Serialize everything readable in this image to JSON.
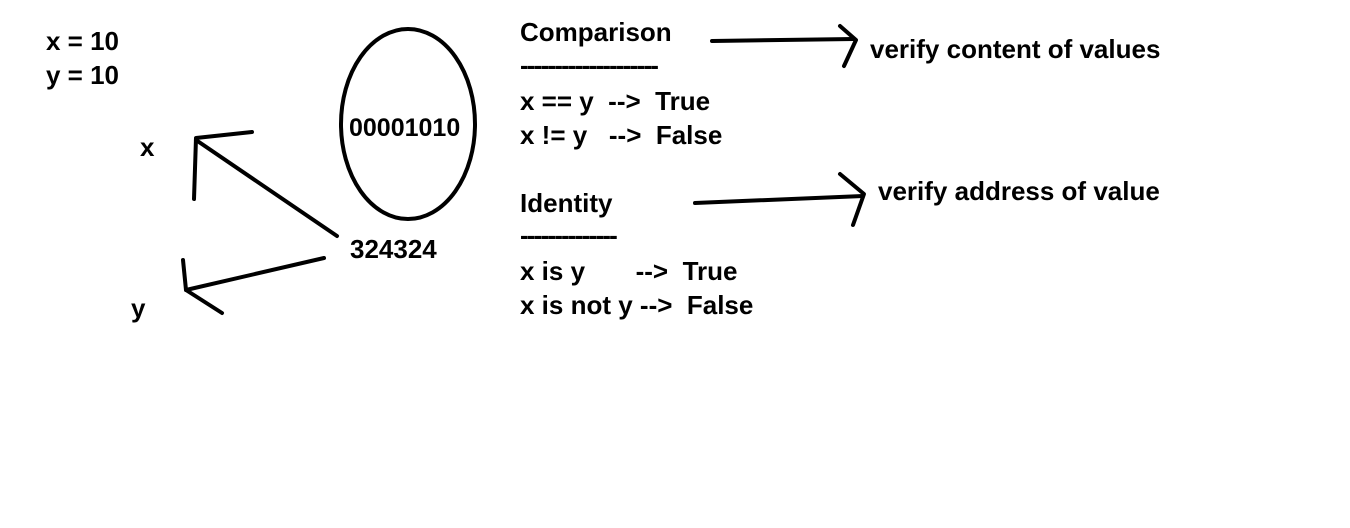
{
  "assignments": {
    "x_line": "x = 10",
    "y_line": "y = 10"
  },
  "memory": {
    "var_x": "x",
    "var_y": "y",
    "binary_value": "00001010",
    "address": "324324"
  },
  "comparison": {
    "heading": "Comparison",
    "underline": "--------------------",
    "eq_line": "x == y  -->  True",
    "neq_line": "x != y   -->  False",
    "description": "verify content of values"
  },
  "identity": {
    "heading": "Identity",
    "underline": "--------------",
    "is_line": "x is y       -->  True",
    "is_not_line": "x is not y -->  False",
    "description": "verify address of value"
  },
  "colors": {
    "ink": "#000000",
    "background": "#ffffff"
  }
}
